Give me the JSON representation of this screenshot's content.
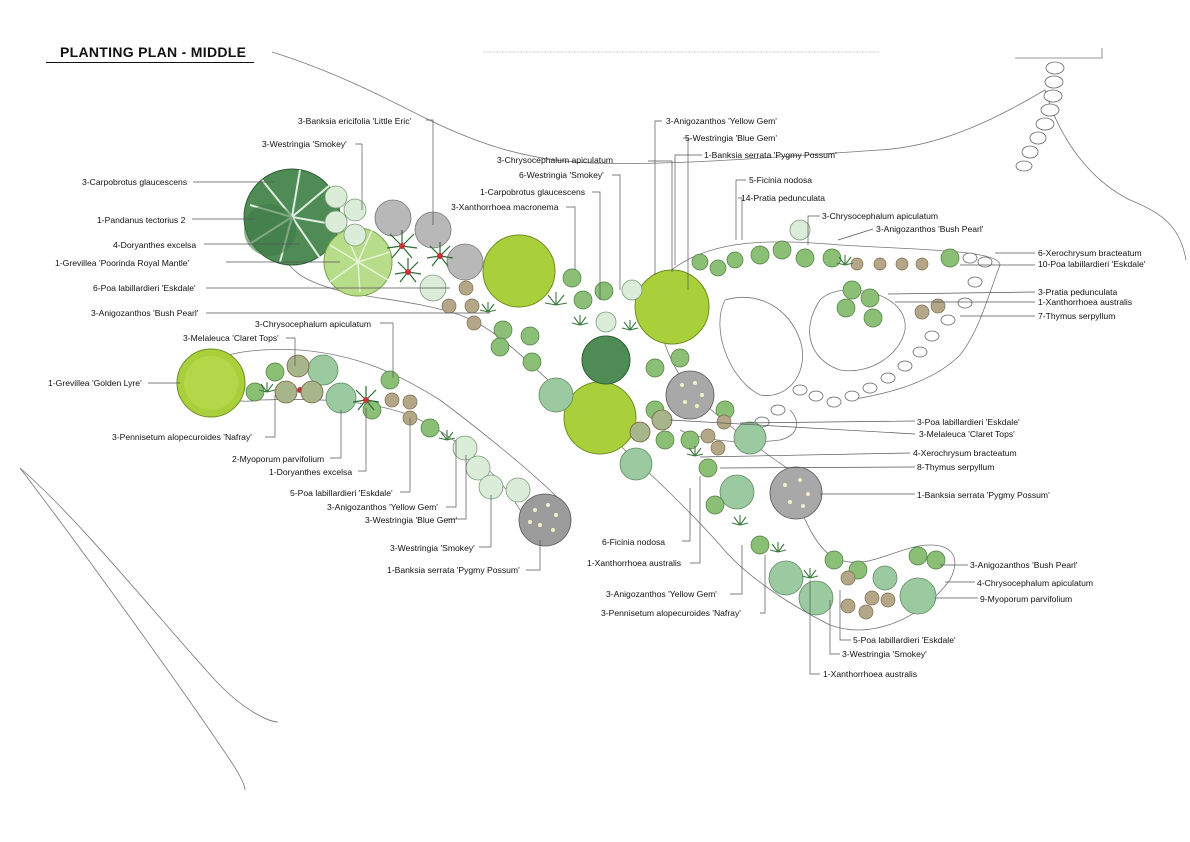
{
  "title": "PLANTING PLAN - MIDDLE",
  "colors": {
    "tree_lime": "#a9cf3a",
    "shrub_green": "#9ccaa0",
    "pale_green": "#cfe5cf",
    "dark_green": "#4f8c55",
    "grass_green": "#5aa05e",
    "grey": "#b5b5b5",
    "tan": "#b4a788",
    "flower_red": "#c8323a"
  },
  "labels": {
    "banksia_little_eric": "3-Banksia ericifolia 'Little Eric'",
    "westringia_smokey_top": "3-Westringia 'Smokey'",
    "carpobrotus_3": "3-Carpobrotus glaucescens",
    "pandanus": "1-Pandanus tectorius 2",
    "doryanthes_4": "4-Doryanthes excelsa",
    "grevillea_poorinda": "1-Grevillea 'Poorinda Royal Mantle'",
    "poa_6_left": "6-Poa labillardieri 'Eskdale'",
    "anigozanthos_bush_pearl_left": "3-Anigozanthos 'Bush Pearl'",
    "chrysocephalum_left": "3-Chrysocephalum apiculatum",
    "melaleuca_left": "3-Melaleuca 'Claret Tops'",
    "grevillea_golden": "1-Grevillea 'Golden Lyre'",
    "pennisetum_left": "3-Pennisetum alopecuroides 'Nafray'",
    "myoporum_2": "2-Myoporum parvifolium",
    "doryanthes_1": "1-Doryanthes excelsa",
    "poa_5_left": "5-Poa labillardieri 'Eskdale'",
    "anigozanthos_yellow_left": "3-Anigozanthos 'Yellow Gem'",
    "westringia_blue_left": "3-Westringia 'Blue Gem'",
    "westringia_smokey_left": "3-Westringia 'Smokey'",
    "banksia_pygmy_left": "1-Banksia serrata 'Pygmy Possum'",
    "anigozanthos_yellow_top": "3-Anigozanthos 'Yellow Gem'",
    "westringia_blue_top": "5-Westringia 'Blue Gem'",
    "chrysocephalum_top": "3-Chrysocephalum apiculatum",
    "banksia_pygmy_top": "1-Banksia serrata 'Pygmy Possum'",
    "westringia_smokey_6": "6-Westringia 'Smokey'",
    "carpobrotus_1": "1-Carpobrotus glaucescens",
    "xanthorrhoea_macronema": "3-Xanthorrhoea macronema",
    "ficinia_5": "5-Ficinia nodosa",
    "pratia_14": "14-Pratia pedunculata",
    "chrysocephalum_right": "3-Chrysocephalum apiculatum",
    "anigozanthos_bush_pearl_right": "3-Anigozanthos 'Bush Pearl'",
    "xerochrysum_6": "6-Xerochrysum bracteatum",
    "poa_10": "10-Poa labillardieri 'Eskdale'",
    "pratia_3": "3-Pratia pedunculata",
    "xanthorrhoea_australis_right": "1-Xanthorrhoea australis",
    "thymus_7": "7-Thymus serpyllum",
    "poa_3_mid": "3-Poa labillardieri 'Eskdale'",
    "melaleuca_mid": "3-Melaleuca 'Claret Tops'",
    "xerochrysum_4": "4-Xerochrysum bracteatum",
    "thymus_8": "8-Thymus serpyllum",
    "banksia_pygmy_mid": "1-Banksia serrata 'Pygmy Possum'",
    "ficinia_6": "6-Ficinia nodosa",
    "xanthorrhoea_australis_mid": "1-Xanthorrhoea australis",
    "anigozanthos_yellow_bottom": "3-Anigozanthos 'Yellow Gem'",
    "pennisetum_bottom": "3-Pennisetum alopecuroides 'Nafray'",
    "anigozanthos_bush_pearl_bottom": "3-Anigozanthos 'Bush Pearl'",
    "chrysocephalum_bottom": "4-Chrysocephalum apiculatum",
    "myoporum_9": "9-Myoporum parvifolium",
    "poa_5_bottom": "5-Poa labillardieri 'Eskdale'",
    "westringia_smokey_bottom": "3-Westringia 'Smokey'",
    "xanthorrhoea_australis_bottom": "1-Xanthorrhoea australis"
  }
}
